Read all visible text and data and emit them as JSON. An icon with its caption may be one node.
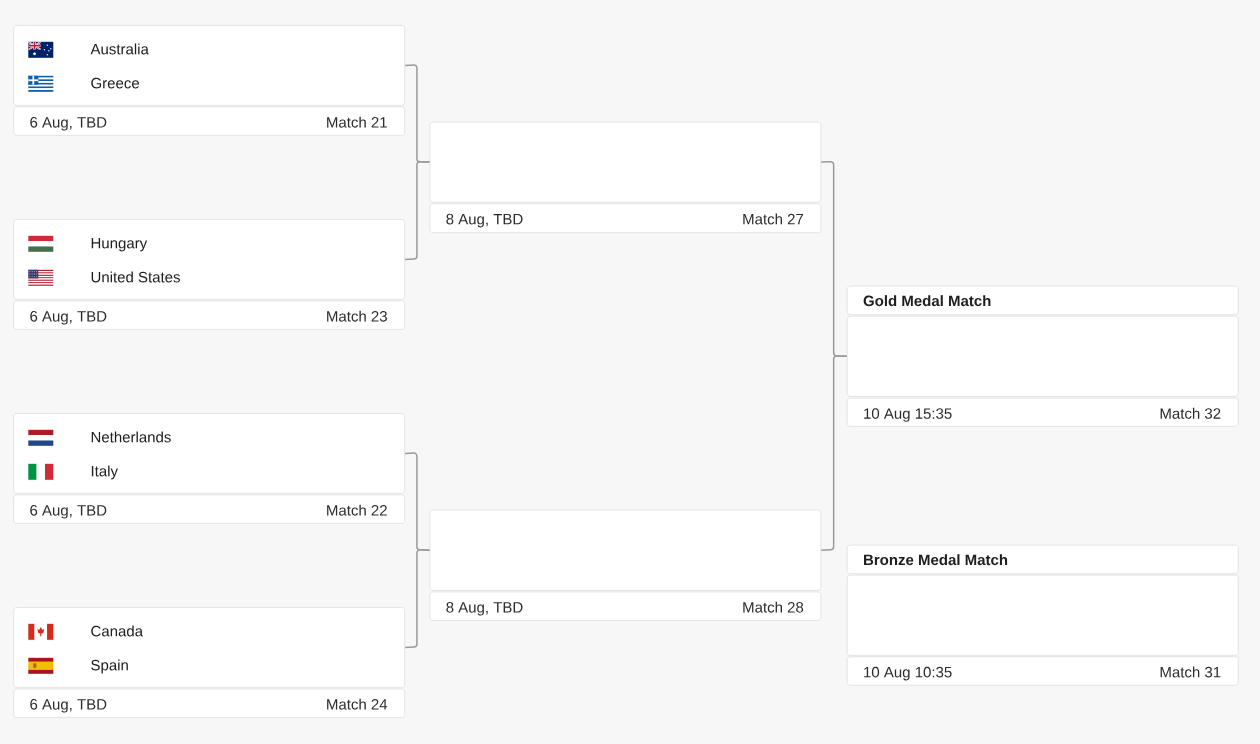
{
  "diagram": {
    "nodes": [
      {
        "text": [
          "Australia",
          "Greece"
        ]
      },
      {
        "text": [
          "6 Aug, TBD",
          "Match 21"
        ]
      },
      {
        "text": [
          "Hungary",
          "United States"
        ]
      },
      {
        "text": [
          "6 Aug, TBD",
          "Match 23"
        ]
      },
      {
        "text": [
          "Netherlands",
          "Italy"
        ]
      },
      {
        "text": [
          "6 Aug, TBD",
          "Match 22"
        ]
      },
      {
        "text": [
          "Canada",
          "Spain"
        ]
      },
      {
        "text": [
          "6 Aug, TBD",
          "Match 24"
        ]
      },
      {
        "text": [],
        "shape": "box"
      },
      {
        "text": [
          "8 Aug, TBD",
          "Match 27"
        ]
      },
      {
        "text": [],
        "shape": "box"
      },
      {
        "text": [
          "8 Aug, TBD",
          "Match 28"
        ]
      },
      {
        "text": [
          "Gold Medal Match"
        ]
      },
      {
        "text": [],
        "shape": "box"
      },
      {
        "text": [
          "10 Aug 15:35",
          "Match 32"
        ]
      },
      {
        "text": [
          "Bronze Medal Match"
        ]
      },
      {
        "text": [],
        "shape": "box"
      },
      {
        "text": [
          "10 Aug 10:35",
          "Match 31"
        ]
      }
    ],
    "edges": [
      {
        "from": 0,
        "to": 8,
        "arrow": "none"
      },
      {
        "from": 2,
        "to": 8,
        "arrow": "none"
      },
      {
        "from": 4,
        "to": 10,
        "arrow": "none"
      },
      {
        "from": 6,
        "to": 10,
        "arrow": "none"
      },
      {
        "from": 8,
        "to": 13,
        "arrow": "none"
      },
      {
        "from": 10,
        "to": 13,
        "arrow": "none"
      }
    ]
  }
}
